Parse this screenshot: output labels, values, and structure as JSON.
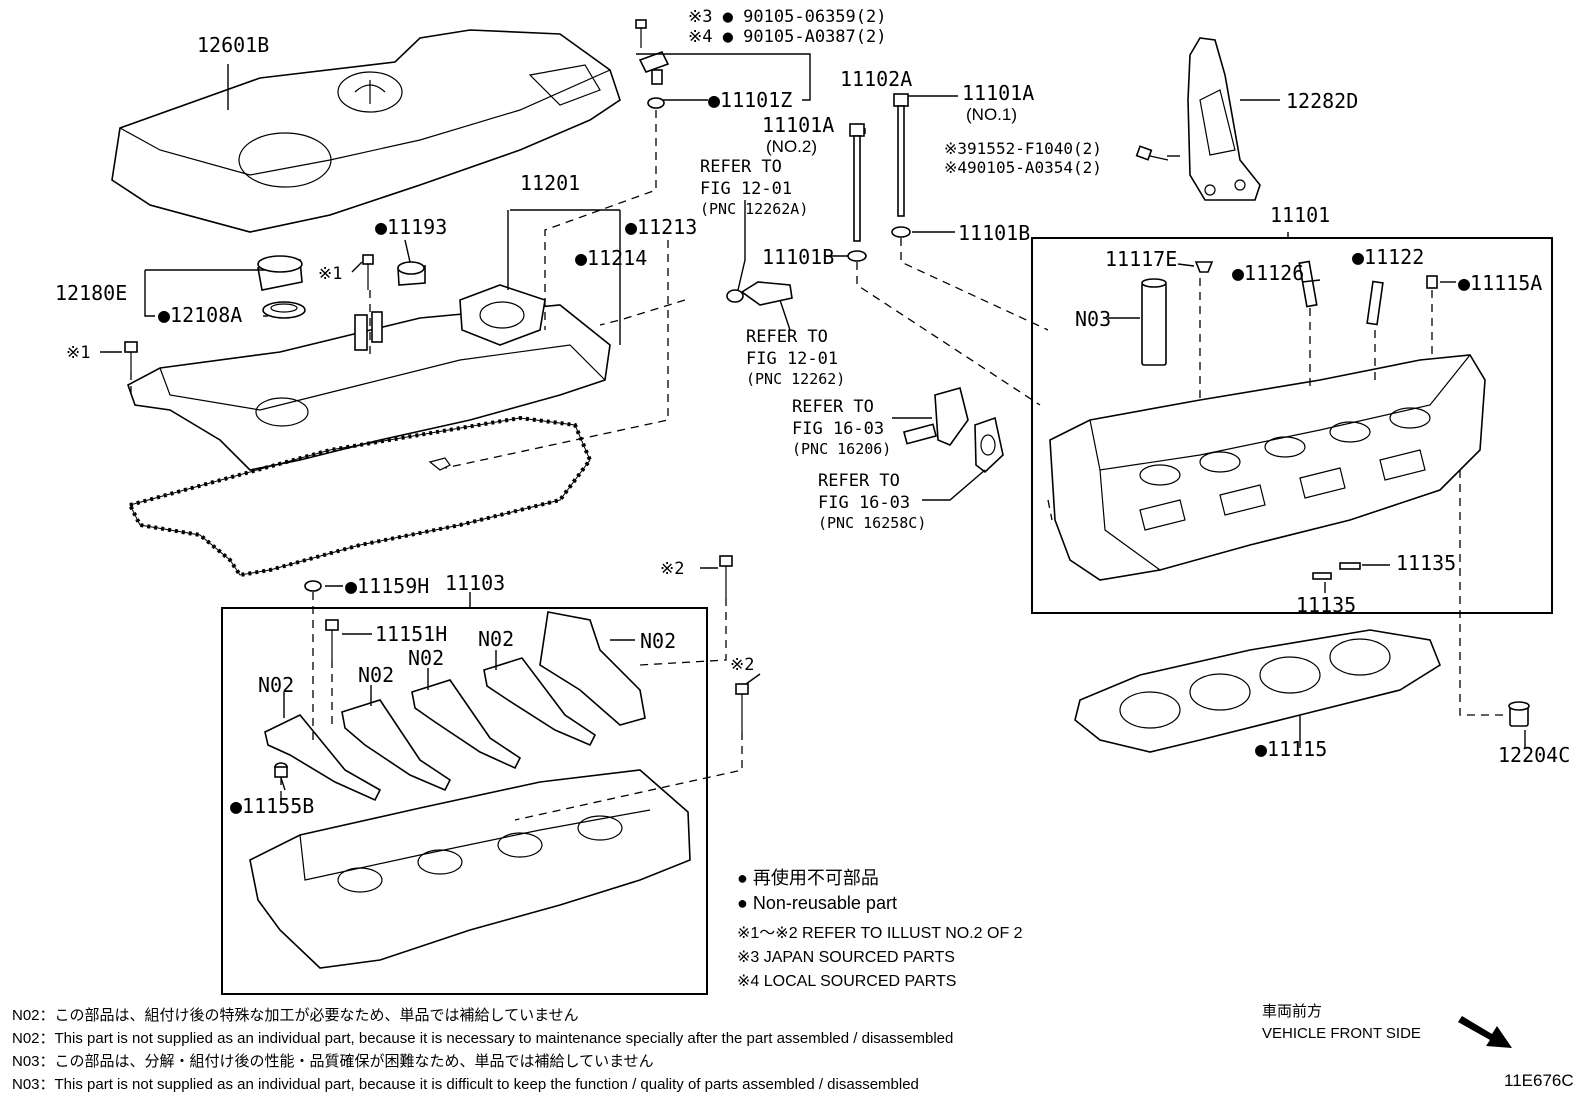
{
  "diagram": {
    "part_labels": {
      "p12601B": "12601B",
      "p90105_06359": "※3 ● 90105-06359(2)",
      "p90105_A0387": "※4 ● 90105-A0387(2)",
      "p11102A": "11102A",
      "p11101Z": "●11101Z",
      "p11101A_no1": "11101A",
      "p11101A_no1_sub": "(NO.1)",
      "p11101A_no2": "11101A",
      "p11101A_no2_sub": "(NO.2)",
      "p12282D": "12282D",
      "p91552": "※391552-F1040(2)",
      "p90105_A0354": "※490105-A0354(2)",
      "p11201": "11201",
      "p11193": "●11193",
      "p11213": "●11213",
      "p11214": "●11214",
      "p12180E": "12180E",
      "pmark1a": "※1",
      "p12108A": "●12108A",
      "pmark1b": "※1",
      "p11101B_a": "11101B",
      "p11101B_b": "11101B",
      "p11101": "11101",
      "p11117E": "11117E",
      "p11126": "●11126",
      "p11122": "●11122",
      "p11115A": "●11115A",
      "pN03": "N03",
      "p11159H": "●11159H",
      "p11103": "11103",
      "pmark2a": "※2",
      "pmark2b": "※2",
      "p11151H": "11151H",
      "pN02_a": "N02",
      "pN02_b": "N02",
      "pN02_c": "N02",
      "pN02_d": "N02",
      "pN02_e": "N02",
      "p11155B": "●11155B",
      "p11135_a": "11135",
      "p11135_b": "11135",
      "p11115": "●11115",
      "p12204C": "12204C"
    },
    "refer_notes": {
      "r1_l1": "REFER TO",
      "r1_l2": "FIG 12-01",
      "r1_l3": "(PNC 12262A)",
      "r2_l1": "REFER TO",
      "r2_l2": "FIG 12-01",
      "r2_l3": "(PNC 12262)",
      "r3_l1": "REFER TO",
      "r3_l2": "FIG 16-03",
      "r3_l3": "(PNC 16206)",
      "r4_l1": "REFER TO",
      "r4_l2": "FIG 16-03",
      "r4_l3": "(PNC 16258C)"
    },
    "legend": {
      "jp": "● 再使用不可部品",
      "en": "● Non-reusable part",
      "note1": "※1～※2  REFER TO ILLUST NO.2 OF 2",
      "note3": "※3 JAPAN SOURCED PARTS",
      "note4": "※4 LOCAL SOURCED PARTS"
    },
    "footnotes": {
      "n02_jp": "N02：この部品は、組付け後の特殊な加工が必要なため、単品では補給していません",
      "n02_en": "N02：This part is not supplied as an individual part, because it is necessary to maintenance specially after the part assembled / disassembled",
      "n03_jp": "N03：この部品は、分解・組付け後の性能・品質確保が困難なため、単品では補給していません",
      "n03_en": "N03：This part is not supplied as an individual part, because it is difficult to keep the function / quality of parts  assembled / disassembled"
    },
    "direction": {
      "jp": "車両前方",
      "en": "VEHICLE FRONT SIDE"
    },
    "illustration_id": "11E676C"
  }
}
